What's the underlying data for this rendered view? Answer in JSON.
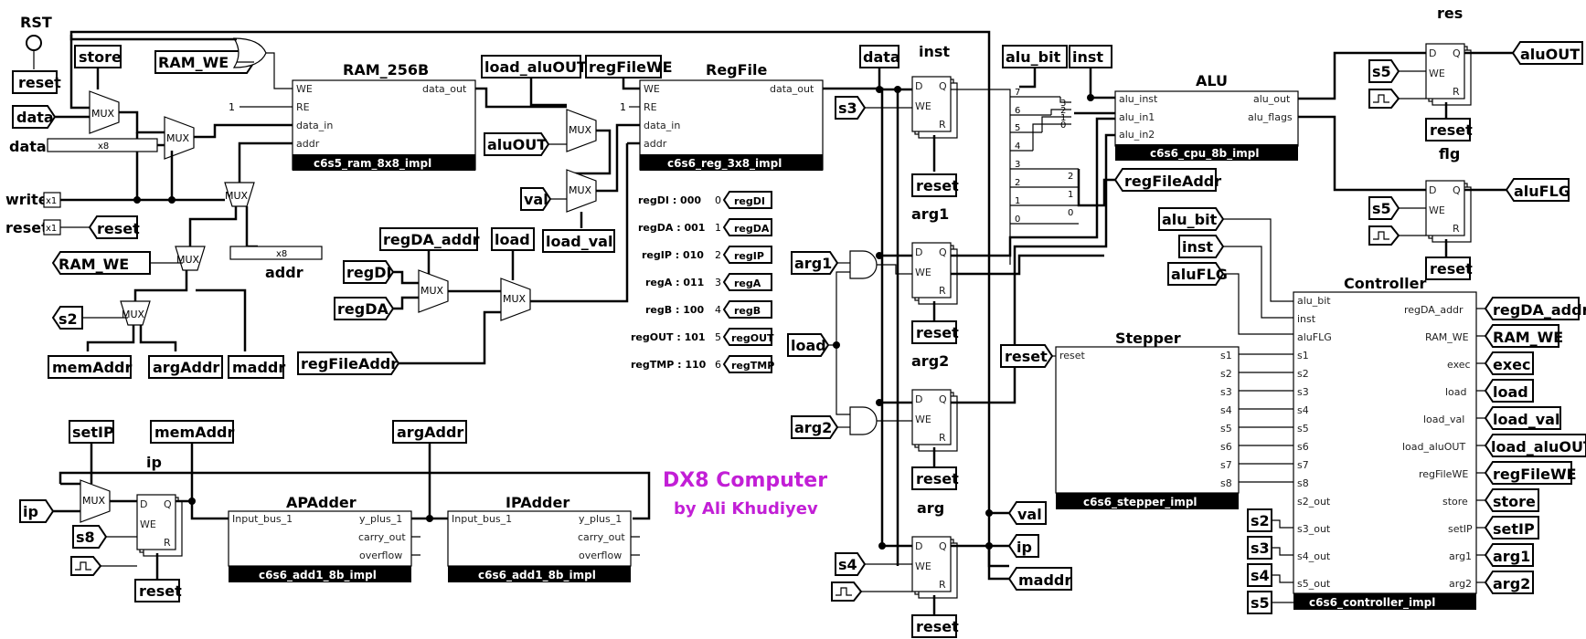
{
  "title": "DX8 Computer",
  "subtitle": "by Ali Khudiyev",
  "rst_label": "RST",
  "components": {
    "ram": {
      "title": "RAM_256B",
      "impl": "c6s5_ram_8x8_impl",
      "pins_in": [
        "WE",
        "RE",
        "data_in",
        "addr"
      ],
      "pin_out": "data_out"
    },
    "regfile": {
      "title": "RegFile",
      "impl": "c6s6_reg_3x8_impl",
      "pins_in": [
        "WE",
        "RE",
        "data_in",
        "addr"
      ],
      "pin_out": "data_out"
    },
    "alu": {
      "title": "ALU",
      "impl": "c6s6_cpu_8b_impl",
      "pins_in": [
        "alu_inst",
        "alu_in1",
        "alu_in2"
      ],
      "pins_out": [
        "alu_out",
        "alu_flags"
      ]
    },
    "stepper": {
      "title": "Stepper",
      "impl": "c6s6_stepper_impl",
      "pin_in": "reset",
      "pins_out": [
        "s1",
        "s2",
        "s3",
        "s4",
        "s5",
        "s6",
        "s7",
        "s8"
      ]
    },
    "controller": {
      "title": "Controller",
      "impl": "c6s6_controller_impl",
      "pins_in": [
        "alu_bit",
        "inst",
        "aluFLG",
        "s1",
        "s2",
        "s3",
        "s4",
        "s5",
        "s6",
        "s7",
        "s8",
        "s2_out",
        "s3_out",
        "s4_out",
        "s5_out"
      ],
      "pins_out": [
        "regDA_addr",
        "RAM_WE",
        "exec",
        "load",
        "load_val",
        "load_aluOUT",
        "regFileWE",
        "store",
        "setIP",
        "arg1",
        "arg2"
      ]
    },
    "apadder": {
      "title": "APAdder",
      "impl": "c6s6_add1_8b_impl",
      "pin_in": "Input_bus_1",
      "pins_out": [
        "y_plus_1",
        "carry_out",
        "overflow"
      ]
    },
    "ipadder": {
      "title": "IPAdder",
      "impl": "c6s6_add1_8b_impl",
      "pin_in": "Input_bus_1",
      "pins_out": [
        "y_plus_1",
        "carry_out",
        "overflow"
      ]
    }
  },
  "registers": {
    "inst": "inst",
    "arg1": "arg1",
    "arg2": "arg2",
    "arg": "arg",
    "res": "res",
    "flg": "flg",
    "ip": "ip",
    "pins": [
      "D",
      "Q",
      "WE",
      "R"
    ]
  },
  "mux_label": "MUX",
  "pin_bits": {
    "one": "1",
    "zero": "0"
  },
  "reg_table": [
    {
      "name": "regDI : 000",
      "idx": "0",
      "tag": "regDI"
    },
    {
      "name": "regDA : 001",
      "idx": "1",
      "tag": "regDA"
    },
    {
      "name": "regIP : 010",
      "idx": "2",
      "tag": "regIP"
    },
    {
      "name": "regA : 011",
      "idx": "3",
      "tag": "regA"
    },
    {
      "name": "regB : 100",
      "idx": "4",
      "tag": "regB"
    },
    {
      "name": "regOUT : 101",
      "idx": "5",
      "tag": "regOUT"
    },
    {
      "name": "regTMP : 110",
      "idx": "6",
      "tag": "regTMP"
    }
  ],
  "tags": {
    "reset": "reset",
    "store": "store",
    "data": "data",
    "RAM_WE": "RAM_WE",
    "s2": "s2",
    "s3": "s3",
    "s4": "s4",
    "s5": "s5",
    "s8": "s8",
    "memAddr": "memAddr",
    "argAddr": "argAddr",
    "maddr": "maddr",
    "load_aluOUT": "load_aluOUT",
    "regFileWE": "regFileWE",
    "aluOUT": "aluOUT",
    "val": "val",
    "load_val": "load_val",
    "regDA_addr": "regDA_addr",
    "load": "load",
    "regDI": "regDI",
    "regDA": "regDA",
    "regFileAddr": "regFileAddr",
    "setIP": "setIP",
    "ip": "ip",
    "alu_bit": "alu_bit",
    "inst": "inst",
    "aluFLG": "aluFLG",
    "arg1": "arg1",
    "arg2": "arg2",
    "exec": "exec",
    "addr": "addr",
    "write": "write"
  },
  "bus": {
    "x8": "x8",
    "x1": "x1"
  },
  "bit_labels": {
    "b7": "7",
    "b6": "6",
    "b5": "5",
    "b4": "4",
    "b3": "3",
    "b2": "2",
    "b1": "1",
    "b0": "0"
  }
}
